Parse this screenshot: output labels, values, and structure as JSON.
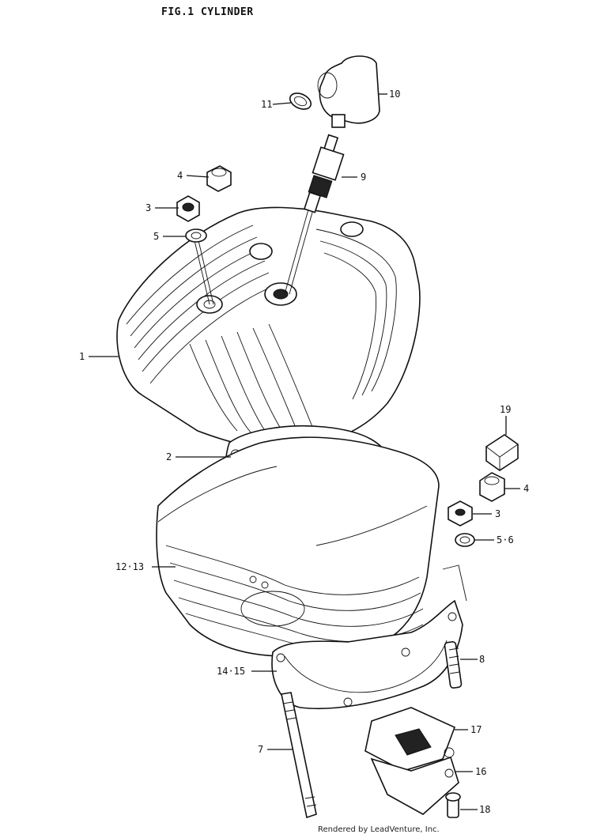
{
  "title": "FIG.1  CYLINDER",
  "footer": "Rendered by LeadVenture, Inc.",
  "callouts": [
    {
      "id": "1",
      "text": "1"
    },
    {
      "id": "2",
      "text": "2"
    },
    {
      "id": "3a",
      "text": "3"
    },
    {
      "id": "4a",
      "text": "4"
    },
    {
      "id": "5a",
      "text": "5"
    },
    {
      "id": "9",
      "text": "9"
    },
    {
      "id": "10",
      "text": "10"
    },
    {
      "id": "11",
      "text": "11"
    },
    {
      "id": "19",
      "text": "19"
    },
    {
      "id": "4b",
      "text": "4"
    },
    {
      "id": "3b",
      "text": "3"
    },
    {
      "id": "56",
      "text": "5·6"
    },
    {
      "id": "1213",
      "text": "12·13"
    },
    {
      "id": "8",
      "text": "8"
    },
    {
      "id": "1415",
      "text": "14·15"
    },
    {
      "id": "17",
      "text": "17"
    },
    {
      "id": "7",
      "text": "7"
    },
    {
      "id": "16",
      "text": "16"
    },
    {
      "id": "18",
      "text": "18"
    }
  ]
}
